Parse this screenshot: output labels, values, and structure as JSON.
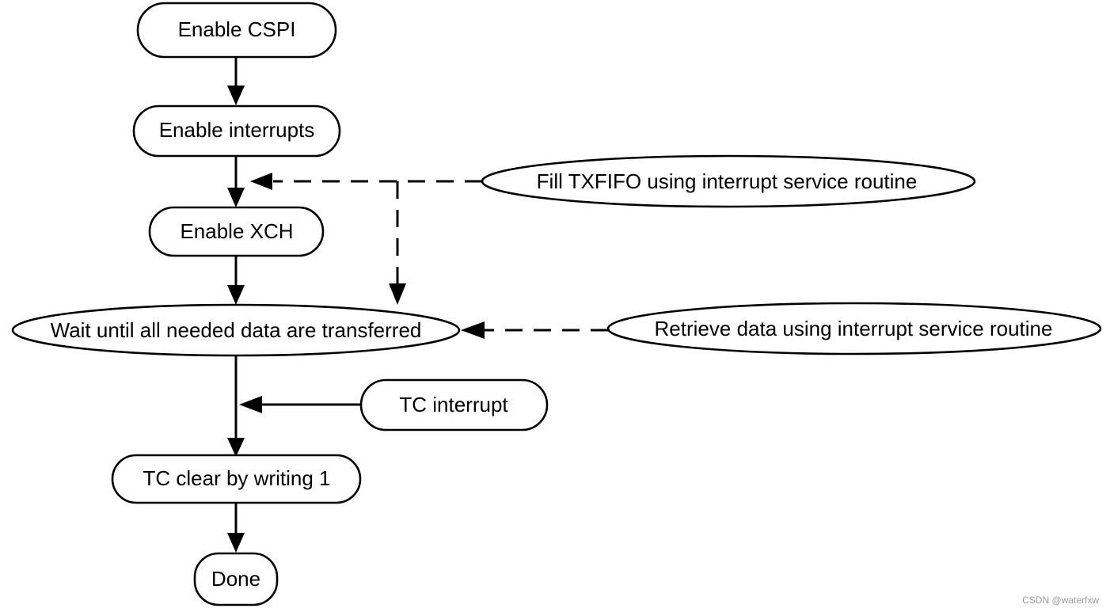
{
  "nodes": {
    "enable_cspi": "Enable CSPI",
    "enable_interrupts": "Enable interrupts",
    "fill_txfifo": "Fill TXFIFO using interrupt service routine",
    "enable_xch": "Enable XCH",
    "wait_transfer": "Wait until all needed data are transferred",
    "retrieve_data": "Retrieve data using interrupt service routine",
    "tc_interrupt": "TC interrupt",
    "tc_clear": "TC clear by writing 1",
    "done": "Done"
  },
  "edges": [
    {
      "from": "enable_cspi",
      "to": "enable_interrupts",
      "style": "solid"
    },
    {
      "from": "enable_interrupts",
      "to": "enable_xch",
      "style": "solid"
    },
    {
      "from": "fill_txfifo",
      "to": "enable_interrupts-enable_xch link",
      "style": "dashed"
    },
    {
      "from": "fill_txfifo",
      "to": "wait_transfer",
      "style": "dashed"
    },
    {
      "from": "enable_xch",
      "to": "wait_transfer",
      "style": "solid"
    },
    {
      "from": "retrieve_data",
      "to": "wait_transfer",
      "style": "dashed"
    },
    {
      "from": "wait_transfer",
      "to": "tc_clear",
      "style": "solid"
    },
    {
      "from": "tc_interrupt",
      "to": "wait_transfer-tc_clear link",
      "style": "solid"
    },
    {
      "from": "tc_clear",
      "to": "done",
      "style": "solid"
    }
  ],
  "watermark": "CSDN @waterfxw"
}
